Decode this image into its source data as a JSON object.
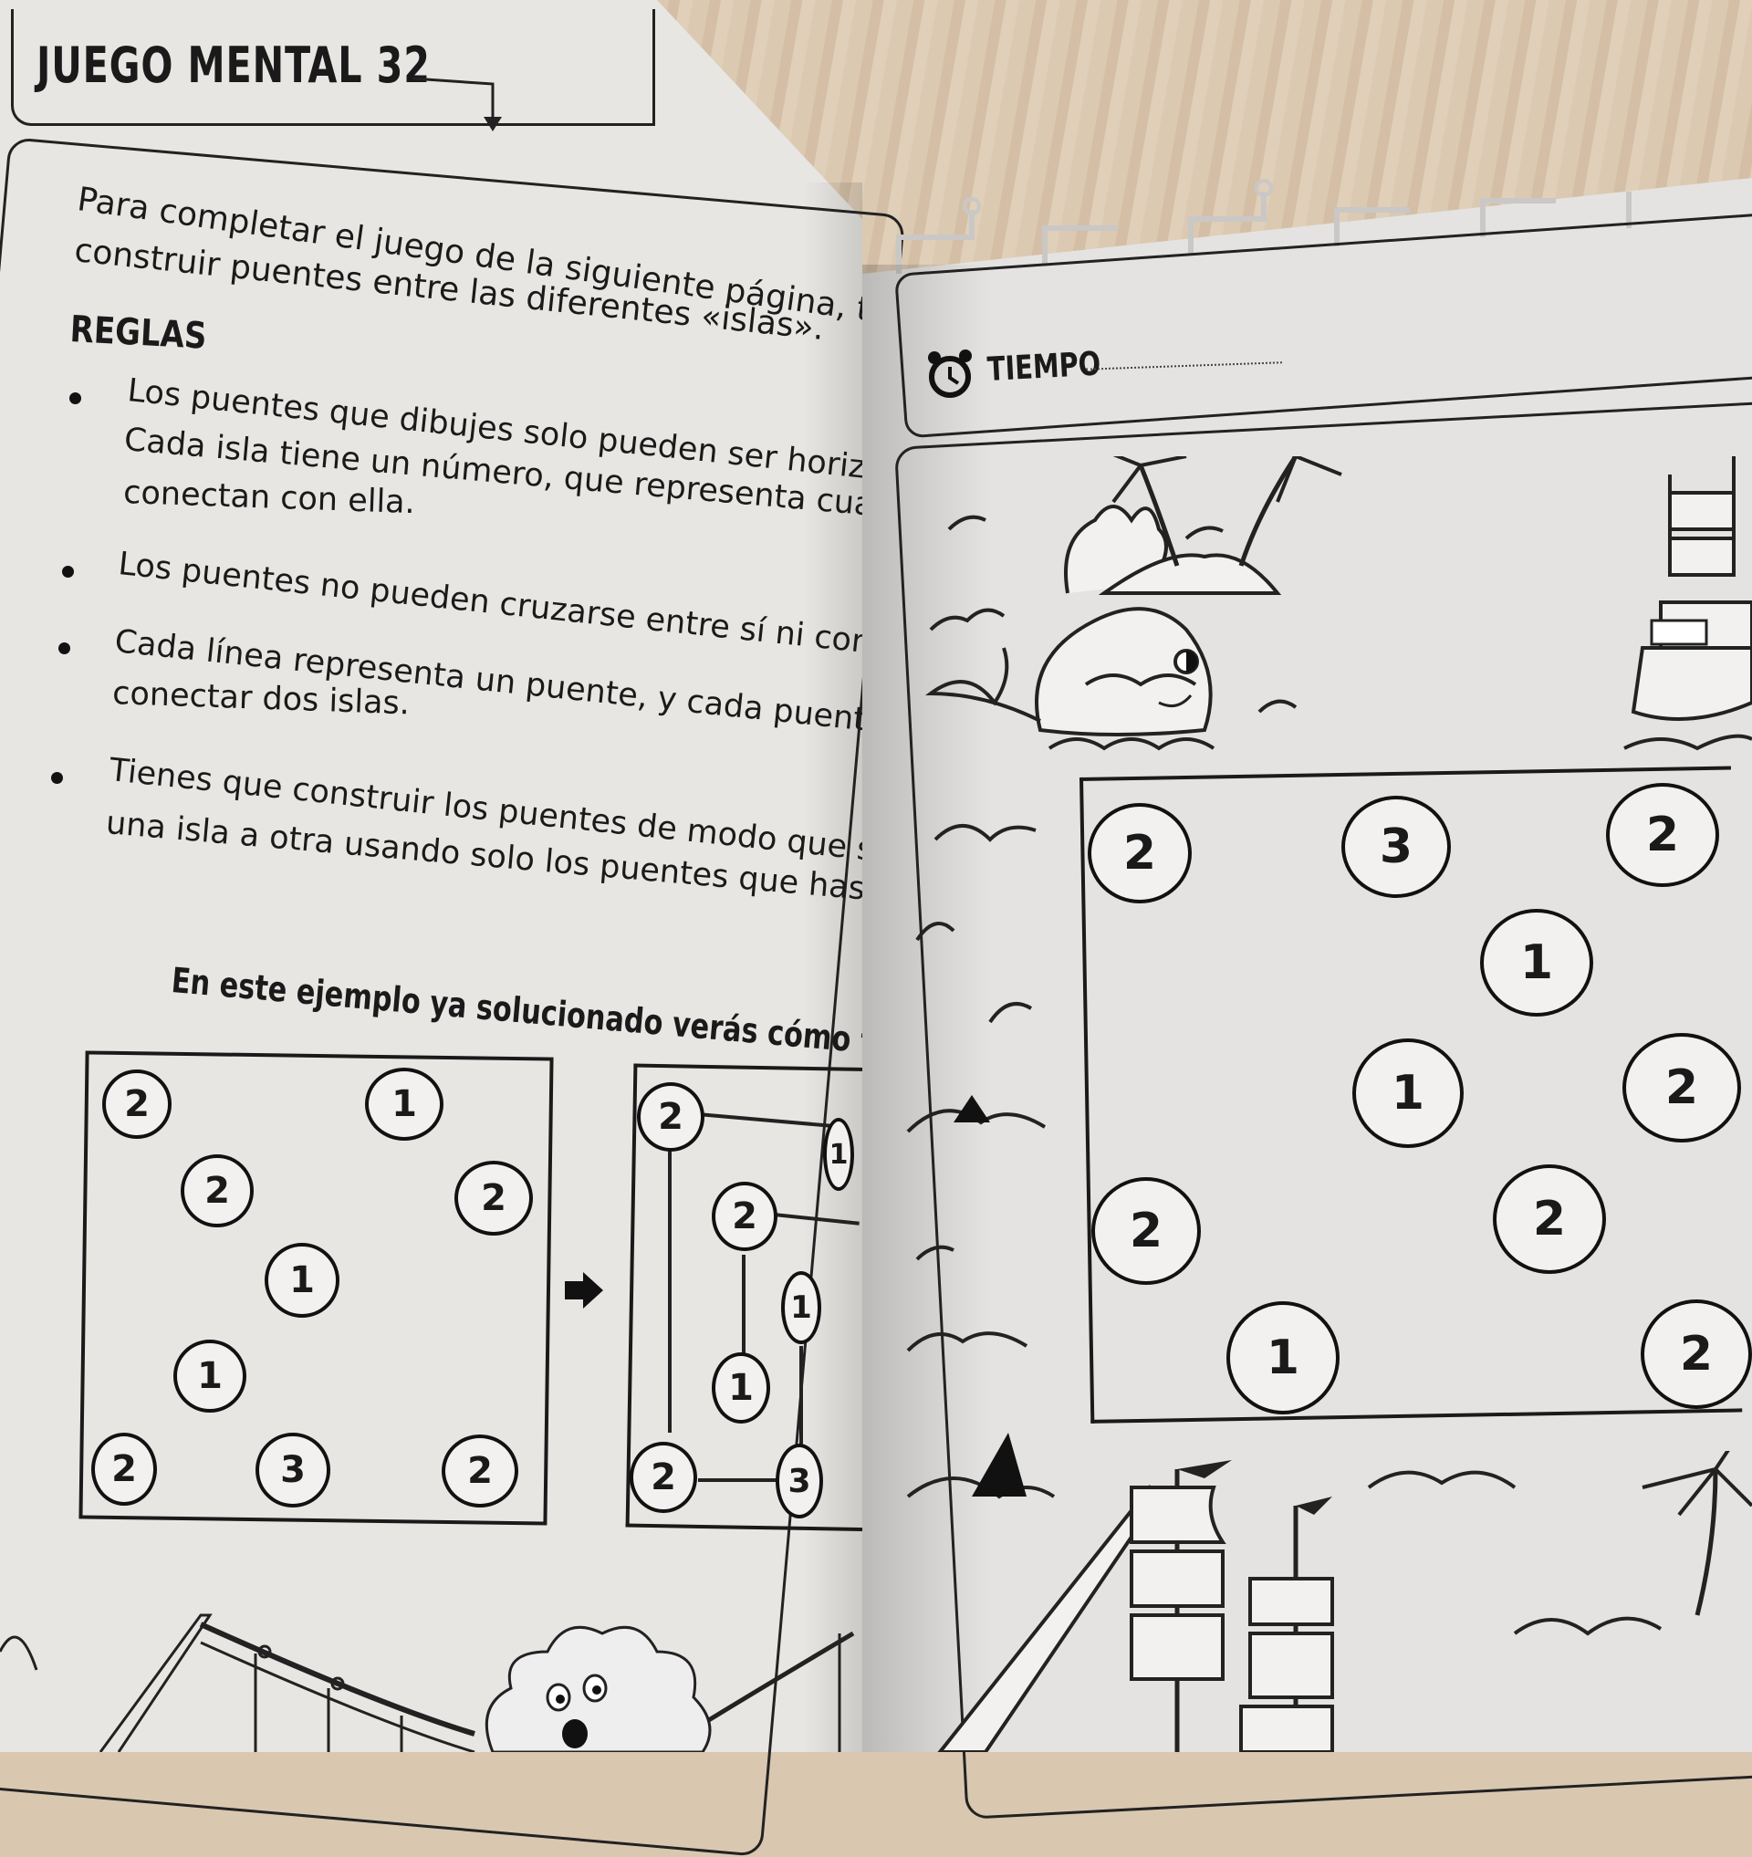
{
  "left_page": {
    "title": "JUEGO MENTAL 32",
    "intro_line1": "Para completar el juego de la siguiente página, tienes que",
    "intro_line2": "construir puentes entre las diferentes «islas».",
    "rules_heading": "REGLAS",
    "rules": [
      {
        "line1": "Los puentes que dibujes solo pueden ser horizontales o verticales.",
        "line2": "Cada isla tiene un número, que representa cuántos puentes",
        "line3": "conectan con ella."
      },
      {
        "line1": "Los puentes no pueden cruzarse entre sí ni con una isla."
      },
      {
        "line1": "Cada línea representa un puente, y cada puente solo puede",
        "line2": "conectar dos islas."
      },
      {
        "line1": "Tienes que construir los puentes de modo que sea posible ir de",
        "line2": "una isla a otra usando solo los puentes que has creado."
      }
    ],
    "example_caption": "En este ejemplo ya solucionado verás cómo funciona.",
    "example_unsolved": [
      "2",
      "1",
      "2",
      "2",
      "1",
      "1",
      "2",
      "3",
      "2"
    ],
    "example_solved": [
      "2",
      "1",
      "2",
      "1",
      "1",
      "2",
      "3"
    ],
    "arrow_icon": "right-arrow-icon"
  },
  "right_page": {
    "time_label": "TIEMPO",
    "clock_icon": "alarm-clock-icon",
    "puzzle_islands": [
      "2",
      "3",
      "2",
      "1",
      "1",
      "2",
      "2",
      "2",
      "1",
      "2"
    ]
  },
  "colors": {
    "ink": "#1a1a1a",
    "paper": "#e8e6e3",
    "table": "#d9c7b0"
  }
}
